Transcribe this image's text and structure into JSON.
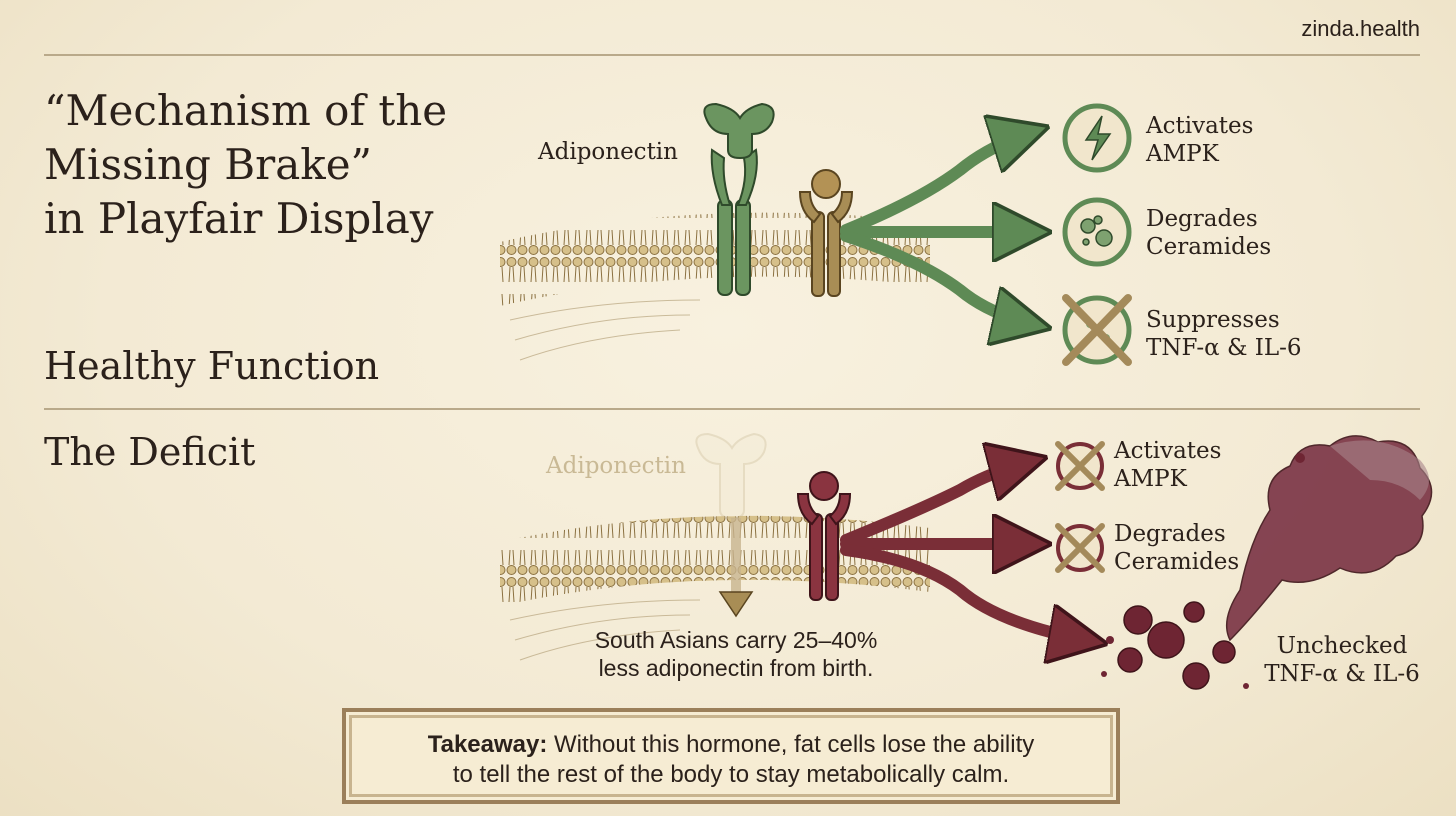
{
  "brand": "zinda.health",
  "title": {
    "line1": "“Mechanism of the",
    "line2": "Missing Brake”",
    "line3": "in Playfair Display"
  },
  "sections": {
    "healthy": "Healthy Function",
    "deficit": "The Deficit"
  },
  "healthy": {
    "hormone_label": "Adiponectin",
    "effects": [
      {
        "line1": "Activates",
        "line2": "AMPK",
        "icon": "lightning-icon"
      },
      {
        "line1": "Degrades",
        "line2": "Ceramides",
        "icon": "cycle-icon"
      },
      {
        "line1": "Suppresses",
        "line2": "TNF-α & IL-6",
        "icon": "crossed-out-icon"
      }
    ]
  },
  "deficit": {
    "hormone_label": "Adiponectin",
    "note_line1": "South Asians carry 25–40%",
    "note_line2": "less adiponectin from birth.",
    "effects": [
      {
        "line1": "Activates",
        "line2": "AMPK",
        "icon": "crossed-out-icon"
      },
      {
        "line1": "Degrades",
        "line2": "Ceramides",
        "icon": "crossed-out-icon"
      },
      {
        "line1": "Unchecked",
        "line2": "TNF-α & IL-6",
        "icon": "smoke-cloud-icon"
      }
    ]
  },
  "takeaway": {
    "bold": "Takeaway:",
    "text_line1": " Without this hormone, fat cells lose the ability",
    "text_line2": "to tell the rest of the body to stay metabolically calm."
  },
  "colors": {
    "healthy": "#5e8a55",
    "deficit": "#7a2e37",
    "receptor_tan": "#9c8452",
    "parchment": "#f5ecd6"
  }
}
